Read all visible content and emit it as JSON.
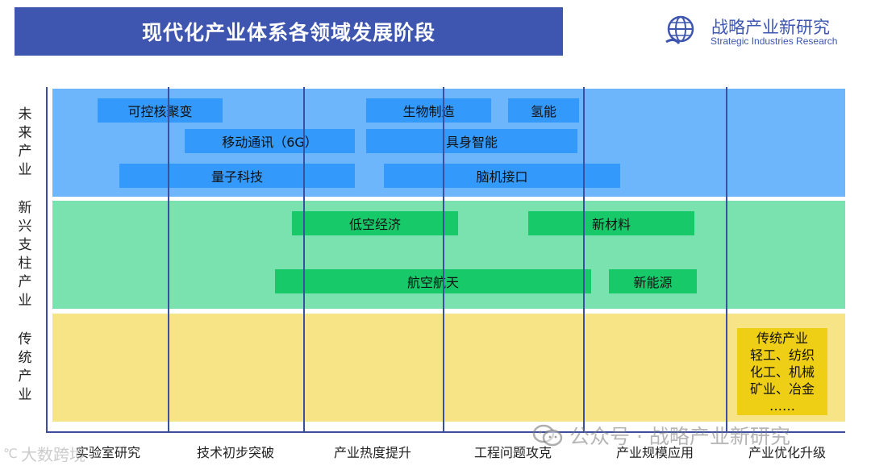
{
  "title": "现代化产业体系各领域发展阶段",
  "logo": {
    "name_cn": "战略产业新研究",
    "name_en": "Strategic Industries Research",
    "icon": "globe-icon"
  },
  "rows": [
    {
      "label": "未来产业",
      "color": "#6DB6FC"
    },
    {
      "label": "新兴支柱产业",
      "color": "#79E2AE"
    },
    {
      "label": "传统产业",
      "color": "#F6E487"
    }
  ],
  "bars": {
    "future": [
      "可控核聚变",
      "生物制造",
      "氢能",
      "移动通讯（6G）",
      "具身智能",
      "量子科技",
      "脑机接口"
    ],
    "emerging": [
      "低空经济",
      "新材料",
      "航空航天",
      "新能源"
    ]
  },
  "traditional": {
    "lines": [
      "传统产业",
      "轻工、纺织",
      "化工、机械",
      "矿业、冶金",
      "……"
    ]
  },
  "stages": [
    "实验室研究",
    "技术初步突破",
    "产业热度提升",
    "工程问题攻克",
    "产业规模应用",
    "产业优化升级"
  ],
  "watermark": {
    "text": "公众号 · 战略产业新研究",
    "icon": "wechat-icon",
    "text2": "大数跨境"
  },
  "colors": {
    "banner": "#3E56B0",
    "bar_future": "#3399FA",
    "bar_emerging": "#18C96A",
    "traditional_box": "#EFCF16"
  }
}
